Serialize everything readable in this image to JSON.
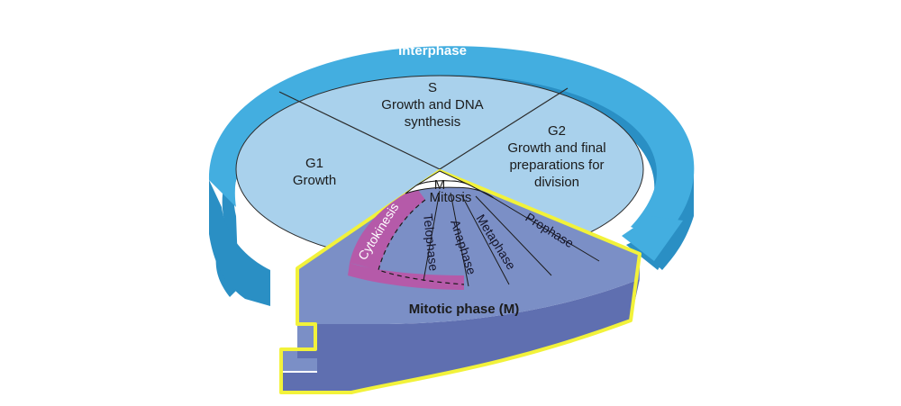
{
  "labels": {
    "interphase": "Interphase",
    "s_title": "S",
    "s_line1": "Growth and DNA",
    "s_line2": "synthesis",
    "g1_title": "G1",
    "g1_line1": "Growth",
    "g2_title": "G2",
    "g2_line1": "Growth and final",
    "g2_line2": "preparations for",
    "g2_line3": "division",
    "m": "M",
    "mitosis": "Mitosis",
    "prophase": "Prophase",
    "metaphase": "Metaphase",
    "anaphase": "Anaphase",
    "telophase": "Telophase",
    "cytokinesis": "Cytokinesis",
    "mitotic_phase": "Mitotic phase (M)"
  },
  "colors": {
    "ring_dark": "#2a8fc4",
    "ring_light": "#43aee0",
    "disk_top": "#a9d1ec",
    "mitotic_top": "#7b8fc6",
    "mitotic_side": "#5f6fb0",
    "cytokinesis": "#b55aa9",
    "highlight": "#f2f23a"
  }
}
